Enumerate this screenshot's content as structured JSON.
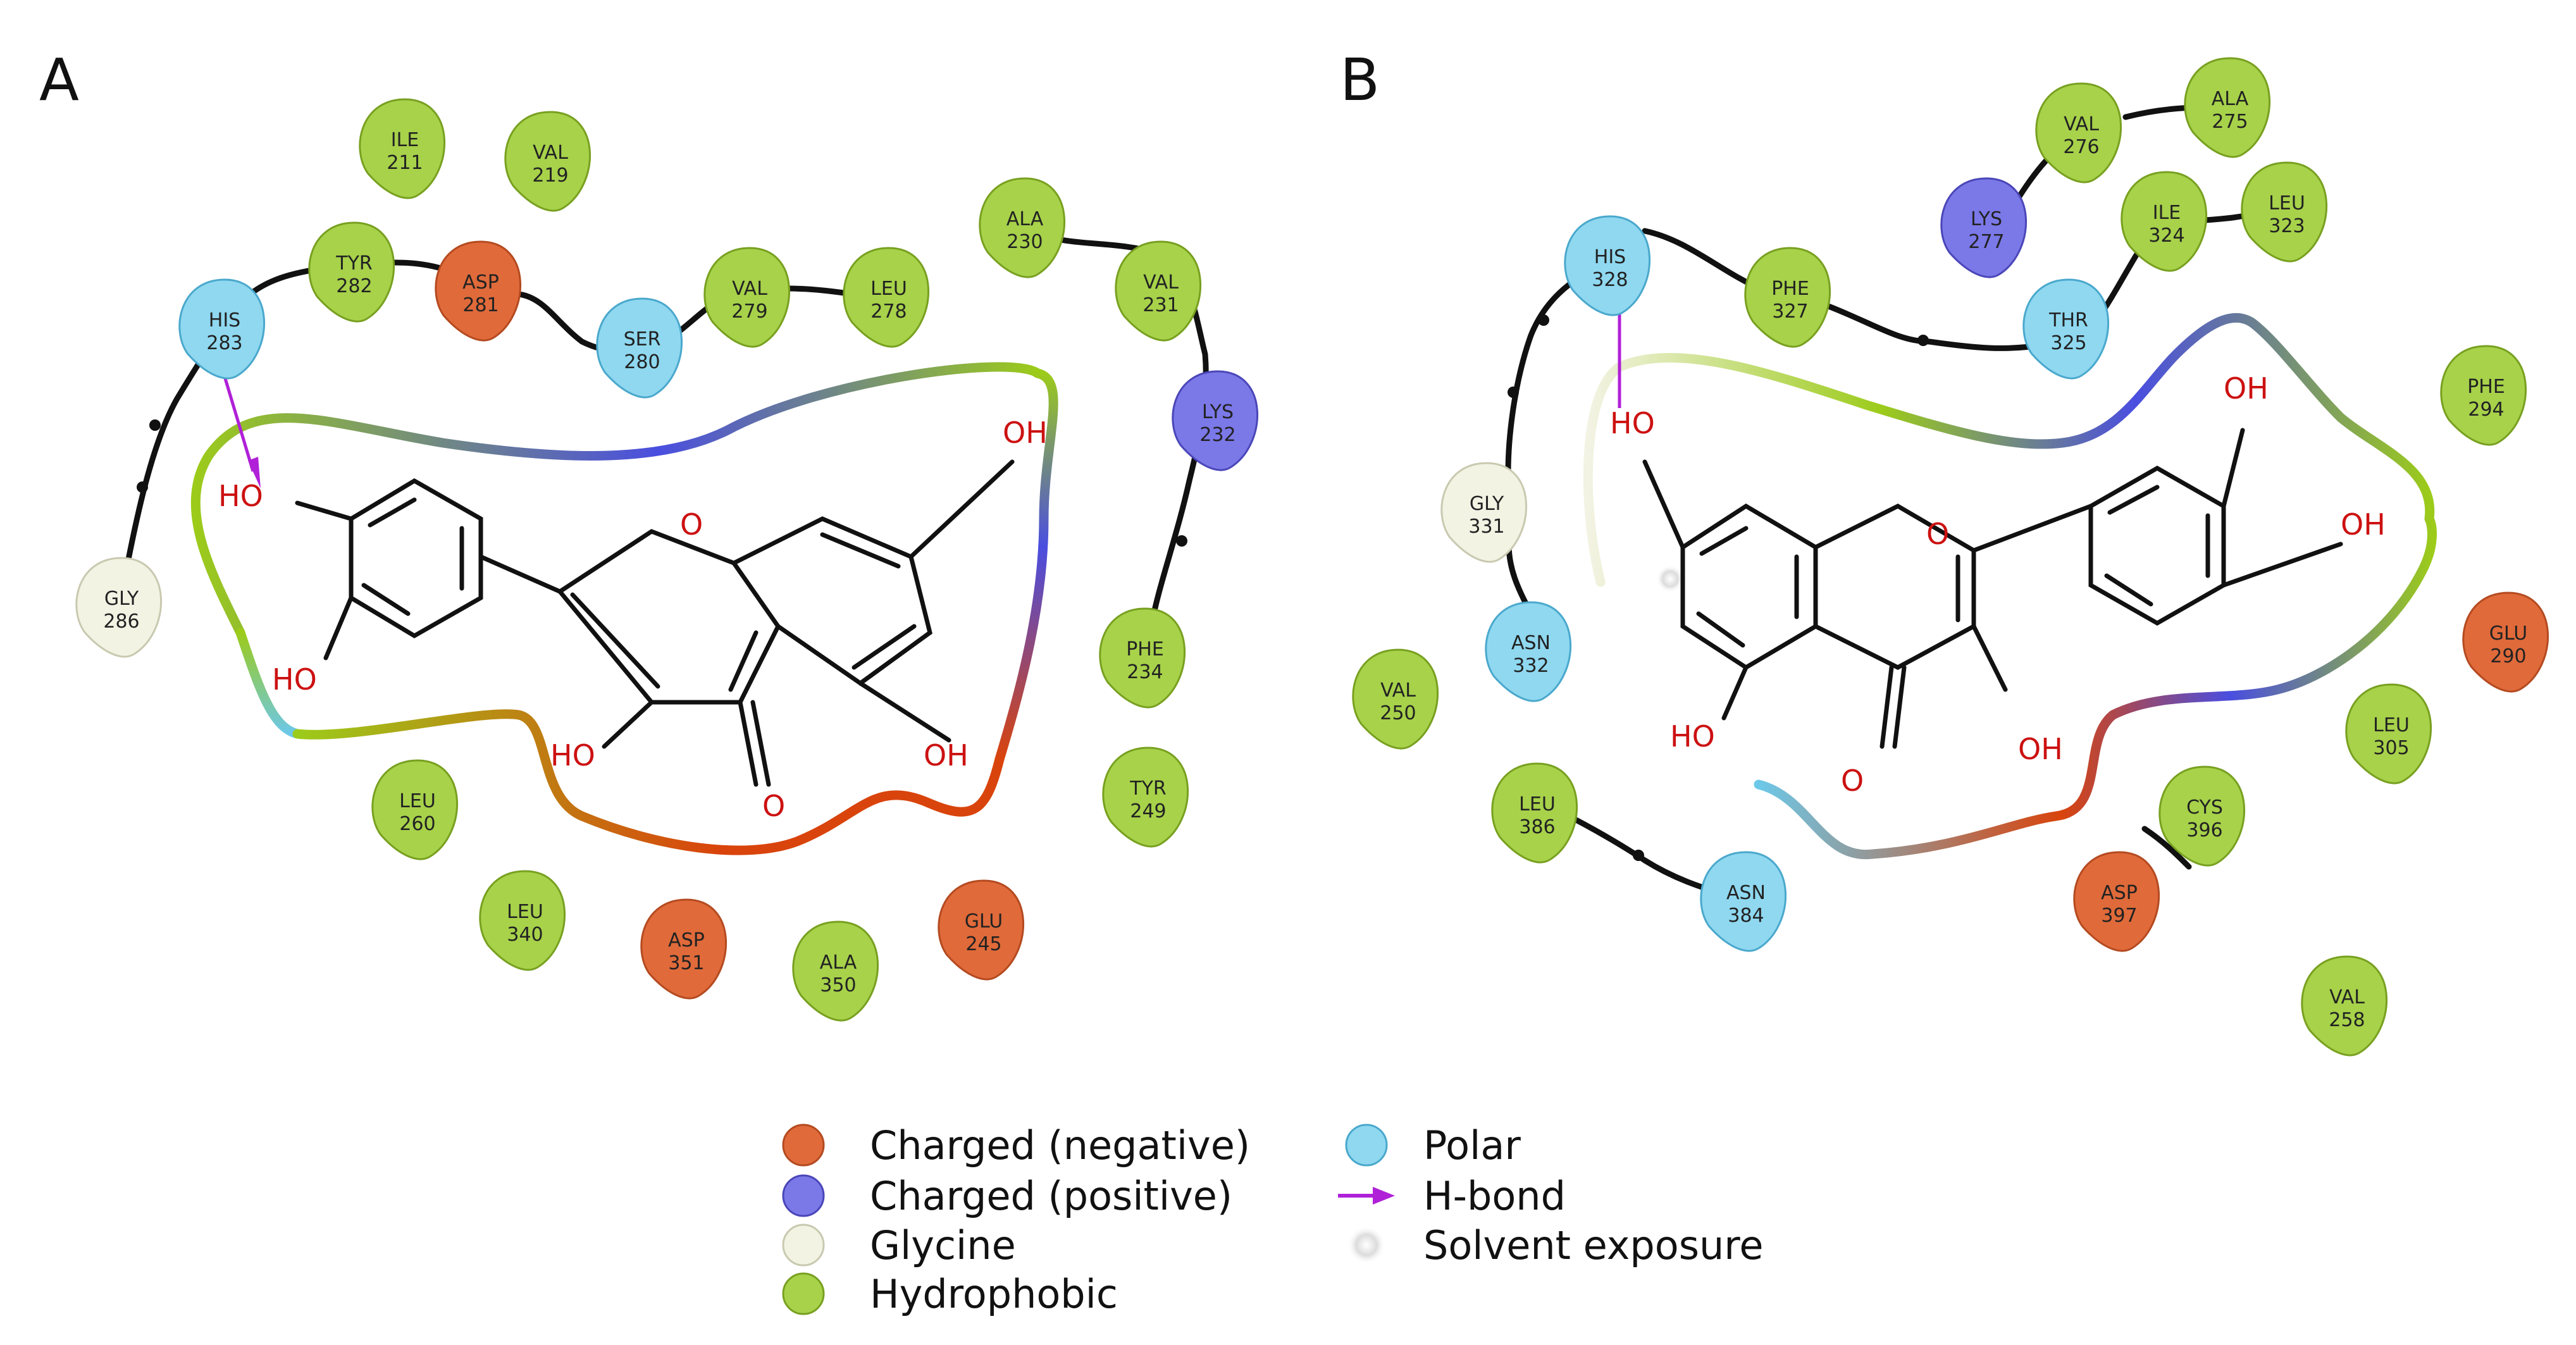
{
  "colors": {
    "negative": "#e06a3a",
    "positive": "#7b78e8",
    "glycine": "#f3f3e4",
    "hydrophobic": "#a7d24a",
    "polar": "#8fd8f0",
    "hbond": "#b020d8",
    "pocket_green": "#9ccb1a",
    "pocket_blue": "#4a4ee0",
    "pocket_red": "#d9440c",
    "pocket_cyan": "#6cc8e8"
  },
  "panels": [
    {
      "label": "A",
      "residues": [
        {
          "name": "ILE",
          "num": "211",
          "type": "hydrophobic"
        },
        {
          "name": "VAL",
          "num": "219",
          "type": "hydrophobic"
        },
        {
          "name": "TYR",
          "num": "282",
          "type": "hydrophobic"
        },
        {
          "name": "ASP",
          "num": "281",
          "type": "negative"
        },
        {
          "name": "HIS",
          "num": "283",
          "type": "polar"
        },
        {
          "name": "SER",
          "num": "280",
          "type": "polar"
        },
        {
          "name": "VAL",
          "num": "279",
          "type": "hydrophobic"
        },
        {
          "name": "LEU",
          "num": "278",
          "type": "hydrophobic"
        },
        {
          "name": "ALA",
          "num": "230",
          "type": "hydrophobic"
        },
        {
          "name": "VAL",
          "num": "231",
          "type": "hydrophobic"
        },
        {
          "name": "LYS",
          "num": "232",
          "type": "positive"
        },
        {
          "name": "GLY",
          "num": "286",
          "type": "glycine"
        },
        {
          "name": "PHE",
          "num": "234",
          "type": "hydrophobic"
        },
        {
          "name": "TYR",
          "num": "249",
          "type": "hydrophobic"
        },
        {
          "name": "LEU",
          "num": "260",
          "type": "hydrophobic"
        },
        {
          "name": "LEU",
          "num": "340",
          "type": "hydrophobic"
        },
        {
          "name": "ASP",
          "num": "351",
          "type": "negative"
        },
        {
          "name": "ALA",
          "num": "350",
          "type": "hydrophobic"
        },
        {
          "name": "GLU",
          "num": "245",
          "type": "negative"
        }
      ],
      "atoms": [
        "HO",
        "HO",
        "O",
        "OH",
        "HO",
        "O",
        "OH"
      ]
    },
    {
      "label": "B",
      "residues": [
        {
          "name": "VAL",
          "num": "276",
          "type": "hydrophobic"
        },
        {
          "name": "ALA",
          "num": "275",
          "type": "hydrophobic"
        },
        {
          "name": "LYS",
          "num": "277",
          "type": "positive"
        },
        {
          "name": "HIS",
          "num": "328",
          "type": "polar"
        },
        {
          "name": "PHE",
          "num": "327",
          "type": "hydrophobic"
        },
        {
          "name": "ILE",
          "num": "324",
          "type": "hydrophobic"
        },
        {
          "name": "LEU",
          "num": "323",
          "type": "hydrophobic"
        },
        {
          "name": "THR",
          "num": "325",
          "type": "polar"
        },
        {
          "name": "PHE",
          "num": "294",
          "type": "hydrophobic"
        },
        {
          "name": "GLY",
          "num": "331",
          "type": "glycine"
        },
        {
          "name": "ASN",
          "num": "332",
          "type": "polar"
        },
        {
          "name": "VAL",
          "num": "250",
          "type": "hydrophobic"
        },
        {
          "name": "GLU",
          "num": "290",
          "type": "negative"
        },
        {
          "name": "LEU",
          "num": "305",
          "type": "hydrophobic"
        },
        {
          "name": "LEU",
          "num": "386",
          "type": "hydrophobic"
        },
        {
          "name": "CYS",
          "num": "396",
          "type": "hydrophobic"
        },
        {
          "name": "ASN",
          "num": "384",
          "type": "polar"
        },
        {
          "name": "ASP",
          "num": "397",
          "type": "negative"
        },
        {
          "name": "VAL",
          "num": "258",
          "type": "hydrophobic"
        }
      ],
      "atoms": [
        "HO",
        "O",
        "OH",
        "OH",
        "HO",
        "O",
        "OH"
      ]
    }
  ],
  "legend": [
    {
      "key": "negative",
      "text": "Charged (negative)"
    },
    {
      "key": "positive",
      "text": "Charged (positive)"
    },
    {
      "key": "glycine",
      "text": "Glycine"
    },
    {
      "key": "hydrophobic",
      "text": "Hydrophobic"
    },
    {
      "key": "polar",
      "text": "Polar"
    },
    {
      "key": "hbond",
      "text": "H-bond"
    },
    {
      "key": "solvent",
      "text": "Solvent exposure"
    }
  ]
}
